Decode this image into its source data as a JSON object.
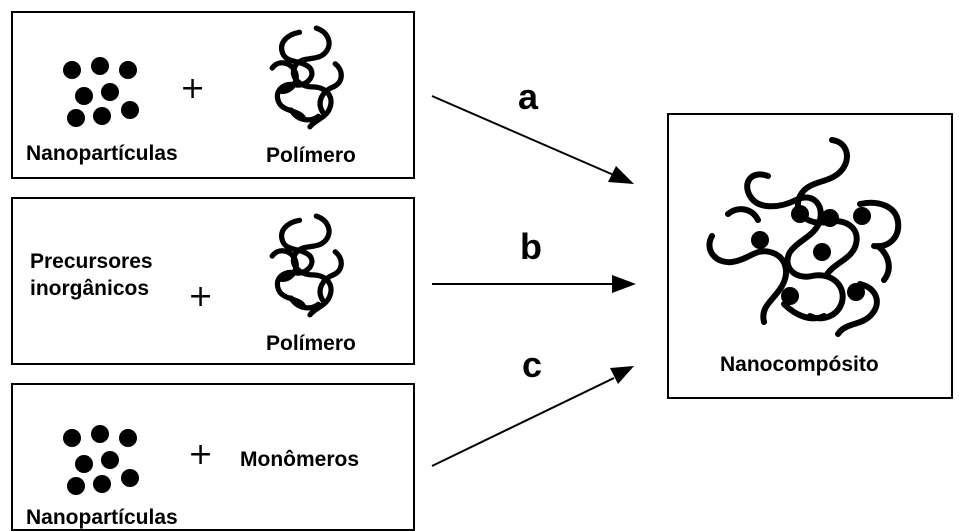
{
  "colors": {
    "ink": "#000000",
    "background": "#ffffff"
  },
  "icons": {
    "particles": "nanoparticle-cluster-icon",
    "polymer": "polymer-chain-icon",
    "composite": "nanocomposite-icon",
    "arrow": "arrow-icon"
  },
  "routes": [
    {
      "id": "a",
      "arrow_label": "a",
      "left_label": "Nanopartículas",
      "operator": "+",
      "right_label": "Polímero"
    },
    {
      "id": "b",
      "arrow_label": "b",
      "left_label_line1": "Precursores",
      "left_label_line2": "inorgânicos",
      "operator": "+",
      "right_label": "Polímero"
    },
    {
      "id": "c",
      "arrow_label": "c",
      "left_label": "Nanopartículas",
      "operator": "+",
      "right_label": "Monômeros"
    }
  ],
  "product": {
    "label": "Nanocompósito"
  }
}
